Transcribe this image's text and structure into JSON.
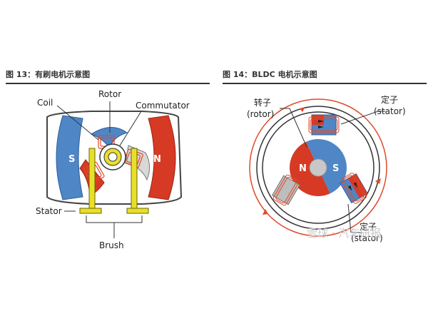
{
  "left_panel": {
    "title": "图 13：有刷电机示意图",
    "labels": {
      "rotor": "Rotor",
      "coil": "Coil",
      "commutator": "Commutator",
      "stator": "Stator",
      "brush": "Brush"
    },
    "poles": {
      "south": "S",
      "north": "N"
    }
  },
  "right_panel": {
    "title": "图 14：BLDC 电机示意图",
    "labels": {
      "rotor_cn": "转子",
      "rotor_en": "(rotor)",
      "stator_top_cn": "定子",
      "stator_top_en": "(stator)",
      "stator_bottom_cn": "定子",
      "stator_bottom_en": "(stator)"
    },
    "poles": {
      "north": "N",
      "south": "S"
    }
  },
  "watermark": "雪球 · 汽车研报",
  "colors": {
    "blue": "#4f86c6",
    "red": "#d63a24",
    "yellow": "#e8df2a",
    "gray": "#a5a5a5",
    "wire": "#e04a2a"
  }
}
